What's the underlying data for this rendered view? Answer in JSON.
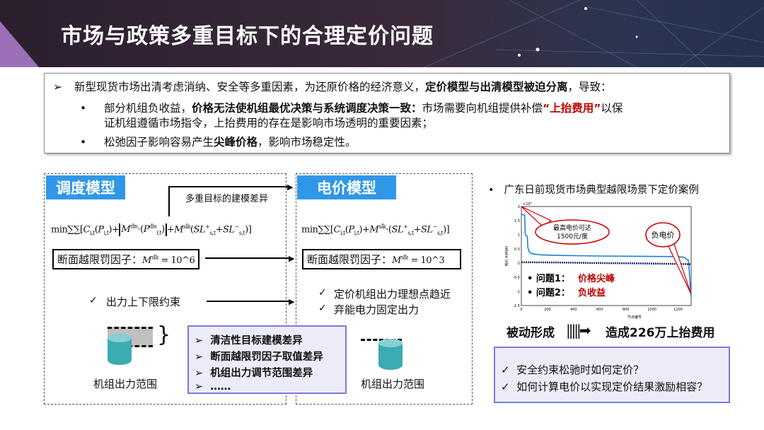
{
  "title": "市场与政策多重目标下的合理定价问题",
  "intro": {
    "line1_pre": "新型现货市场出清考虑消纳、安全等多重因素，为还原价格的经济意义，",
    "line1_bold": "定价模型与出清模型被迫分离",
    "line1_post": "，导致：",
    "bullet1_pre": "部分机组负收益，",
    "bullet1_bold": "价格无法使机组最优决策与系统调度决策一致：",
    "bullet1_mid": "市场需要向机组提供补偿",
    "bullet1_red": "“上抬费用”",
    "bullet1_post": "以保",
    "bullet1_line2": "证机组遵循市场指令，上抬费用的存在是影响市场透明的重要因素；",
    "bullet2_pre": "松弛因子影响容易产生",
    "bullet2_bold": "尖峰价格",
    "bullet2_post": "，影响市场稳定性。"
  },
  "dispatch": {
    "tag": "调度模型",
    "diff_label": "多重目标的建模差异",
    "penalty_label": "断面越限罚因子：",
    "penalty_value": "10^6",
    "constraint": "出力上下限约束",
    "range_label": "机组出力范围"
  },
  "pricing": {
    "tag": "电价模型",
    "penalty_label": "断面越限罚因子：",
    "penalty_value": "10^3",
    "constraints": [
      "定价机组出力理想点趋近",
      "弃能电力固定出力"
    ],
    "range_label": "机组出力范围"
  },
  "differences": [
    "清洁性目标建模差异",
    "断面越限罚因子取值差异",
    "机组出力调节范围差异",
    "……"
  ],
  "case_title": "广东日前现货市场典型越限场景下定价案例",
  "chart_data": {
    "type": "line",
    "xlabel": "节点编号",
    "ylabel": "电价 ¥/MWh",
    "y_multiplier": "×10⁶",
    "xlim": [
      0,
      1300
    ],
    "ylim": [
      -1.5,
      2
    ],
    "xticks": [
      0,
      200,
      400,
      600,
      800,
      1000,
      1200
    ],
    "yticks": [
      2,
      1.5,
      1,
      0.5,
      0,
      -0.5,
      -1,
      -1.5
    ],
    "series": [
      {
        "style": "solid",
        "color": "#1f7fd6",
        "x": [
          0,
          10,
          25,
          30,
          45,
          50,
          60,
          80,
          150,
          300,
          600,
          900,
          1200,
          1250,
          1265,
          1280,
          1290,
          1300
        ],
        "y": [
          1.7,
          1.72,
          1.7,
          1.0,
          0.95,
          0.55,
          0.4,
          0.33,
          0.29,
          0.27,
          0.25,
          0.24,
          0.23,
          0.2,
          0.12,
          0.1,
          -0.6,
          -1.2
        ]
      },
      {
        "style": "dotted",
        "color": "#1a2f6e",
        "x": [
          0,
          300,
          600,
          900,
          1200,
          1300
        ],
        "y": [
          0.03,
          0.02,
          0.0,
          -0.01,
          -0.03,
          -0.04
        ]
      }
    ],
    "annotations": {
      "peak": "最高电价可达\n1500元/度",
      "negative": "负电价",
      "problem1_label": "问题1：",
      "problem1": "价格尖峰",
      "problem2_label": "问题2：",
      "problem2": "负收益"
    }
  },
  "passive": "被动形成",
  "result": "造成226万上抬费用",
  "questions": [
    "安全约束松驰时如何定价？",
    "如何计算电价以实现定价结果激励相容？"
  ]
}
